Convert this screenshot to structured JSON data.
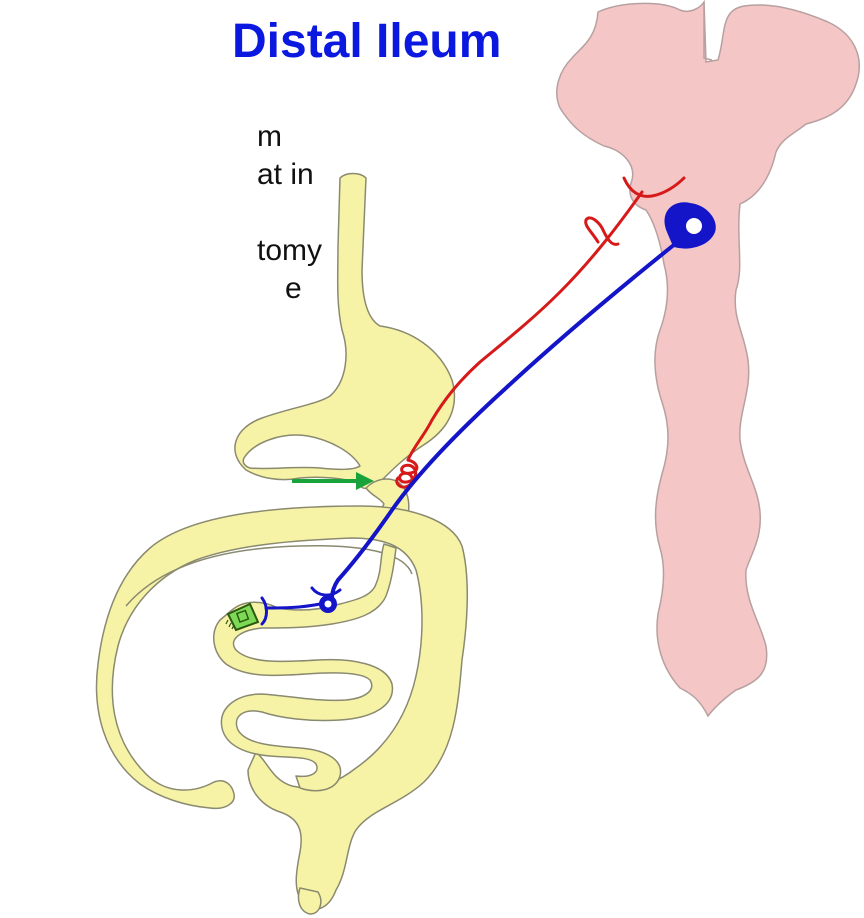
{
  "title": "Distal Ileum",
  "text_fragments": [
    "m",
    "at in",
    "tomy",
    "e"
  ],
  "colors": {
    "title": "#0b19e0",
    "brainstem": "#f4c6c6",
    "brainstem_outline": "#b8a0a0",
    "gut": "#f7f3a6",
    "gut_outline": "#8a8a70",
    "efferent_nerve": "#d61a1a",
    "afferent_nerve": "#1414c8",
    "pointer_arrow": "#1aa33a",
    "receptor_cell": "#7ed957"
  },
  "diagram": {
    "elements": [
      "brainstem",
      "gastrointestinal-tract",
      "efferent-nerve",
      "afferent-nerve",
      "afferent-cell-body",
      "enteric-ganglion",
      "sensory-terminal",
      "enteroendocrine-cell",
      "pointer-arrow"
    ]
  }
}
